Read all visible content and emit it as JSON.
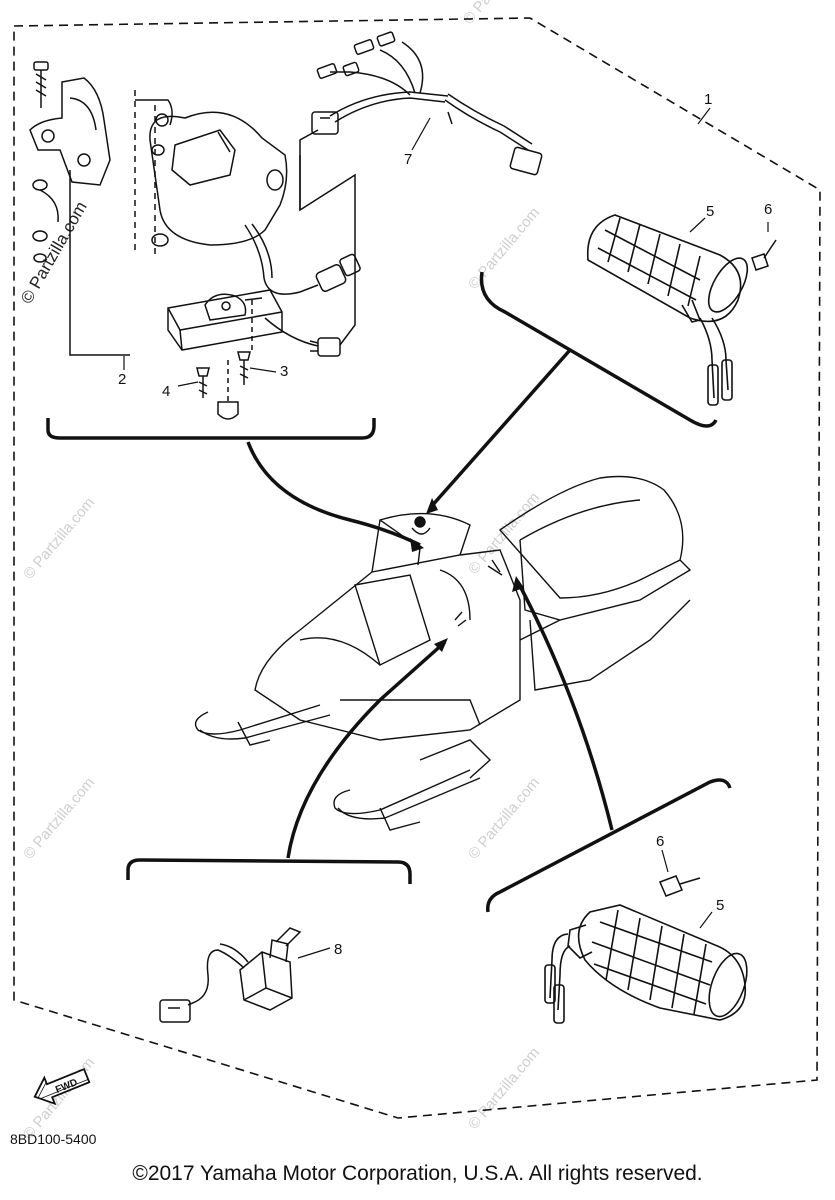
{
  "diagram": {
    "callouts": {
      "c1": "1",
      "c2": "2",
      "c3": "3",
      "c4": "4",
      "c5_top": "5",
      "c6_top": "6",
      "c7": "7",
      "c5_bottom": "5",
      "c6_bottom": "6",
      "c8": "8"
    },
    "watermark": "© Partzilla.com",
    "fwd_label": "FWD",
    "part_code": "8BD100-5400"
  },
  "footer": {
    "copyright": "©2017 Yamaha Motor Corporation, U.S.A. All rights reserved."
  }
}
